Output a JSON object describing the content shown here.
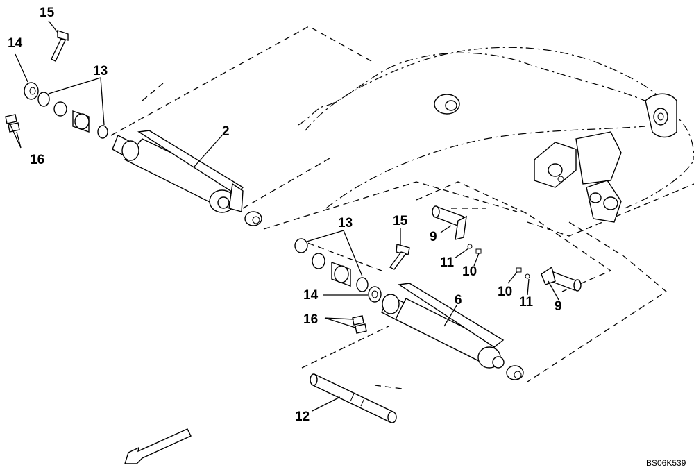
{
  "diagram": {
    "labels": {
      "l15_top": "15",
      "l14_top": "14",
      "l13_top": "13",
      "l16_top": "16",
      "l2": "2",
      "l13_mid": "13",
      "l15_mid": "15",
      "l9_left": "9",
      "l11_left": "11",
      "l10_left": "10",
      "l10_right": "10",
      "l11_right": "11",
      "l9_right": "9",
      "l14_mid": "14",
      "l6": "6",
      "l16_mid": "16",
      "l12": "12"
    },
    "drawing_code": "BS06K539"
  }
}
